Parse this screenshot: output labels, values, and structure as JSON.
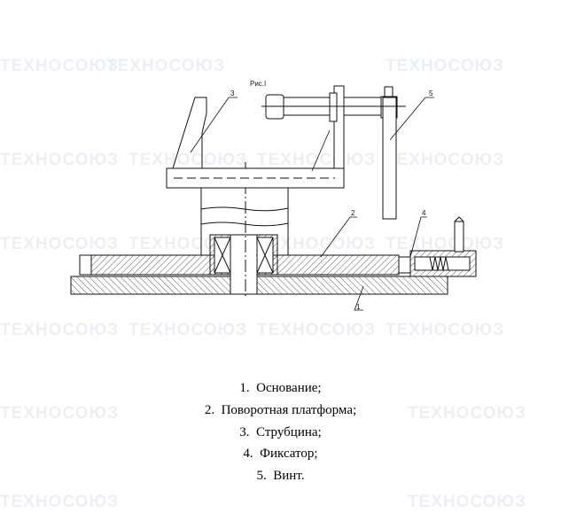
{
  "watermark": "ТЕХНОСОЮЗ",
  "figure": {
    "caption": "Рис.I",
    "callouts": [
      "1",
      "2",
      "3",
      "4",
      "5"
    ]
  },
  "legend": [
    "1.  Основание;",
    "2.  Поворотная платформа;",
    "3.  Струбцина;",
    "4.  Фиксатор;",
    "5.  Винт."
  ]
}
